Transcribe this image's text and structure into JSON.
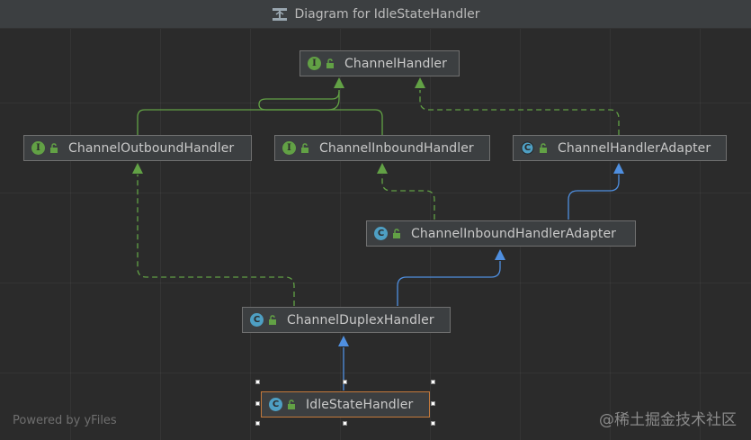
{
  "window": {
    "title": "Diagram for IdleStateHandler",
    "title_icon": "diagram-icon"
  },
  "nodes": {
    "channel_handler": {
      "label": "ChannelHandler",
      "kind": "interface"
    },
    "channel_outbound_handler": {
      "label": "ChannelOutboundHandler",
      "kind": "interface"
    },
    "channel_inbound_handler": {
      "label": "ChannelInboundHandler",
      "kind": "interface"
    },
    "channel_handler_adapter": {
      "label": "ChannelHandlerAdapter",
      "kind": "abstract-class"
    },
    "channel_inbound_handler_adapter": {
      "label": "ChannelInboundHandlerAdapter",
      "kind": "class"
    },
    "channel_duplex_handler": {
      "label": "ChannelDuplexHandler",
      "kind": "class"
    },
    "idle_state_handler": {
      "label": "IdleStateHandler",
      "kind": "class",
      "selected": true
    }
  },
  "edges": [
    {
      "from": "channel_outbound_handler",
      "to": "channel_handler",
      "type": "extends-interface"
    },
    {
      "from": "channel_inbound_handler",
      "to": "channel_handler",
      "type": "extends-interface"
    },
    {
      "from": "channel_handler_adapter",
      "to": "channel_handler",
      "type": "implements"
    },
    {
      "from": "channel_inbound_handler_adapter",
      "to": "channel_inbound_handler",
      "type": "implements"
    },
    {
      "from": "channel_inbound_handler_adapter",
      "to": "channel_handler_adapter",
      "type": "extends"
    },
    {
      "from": "channel_duplex_handler",
      "to": "channel_outbound_handler",
      "type": "implements"
    },
    {
      "from": "channel_duplex_handler",
      "to": "channel_inbound_handler_adapter",
      "type": "extends"
    },
    {
      "from": "idle_state_handler",
      "to": "channel_duplex_handler",
      "type": "extends"
    }
  ],
  "colors": {
    "interface_edge": "#62a145",
    "class_edge": "#4f8fe0",
    "selected_border": "#c47a3c"
  },
  "footer": {
    "powered_by": "Powered by yFiles",
    "watermark": "@稀土掘金技术社区"
  }
}
